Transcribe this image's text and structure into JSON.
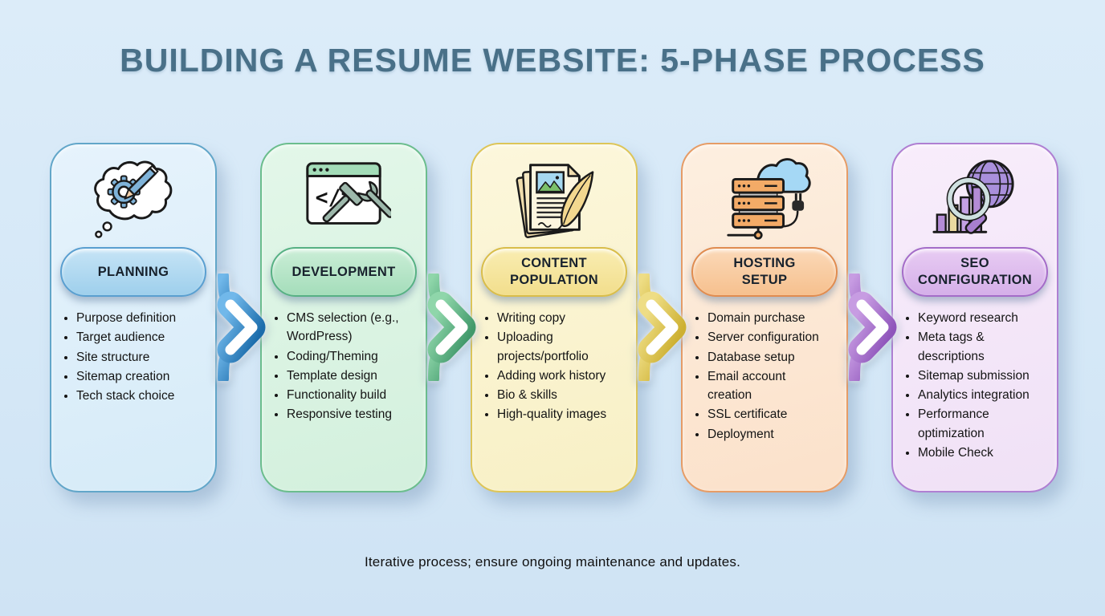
{
  "title": "BUILDING A RESUME WEBSITE: 5-PHASE PROCESS",
  "footer": "Iterative process; ensure ongoing maintenance and updates.",
  "colors": {
    "background": "#d5e8f7",
    "title_text": "#497088",
    "phase_accents": [
      "#5a9fd0",
      "#57b184",
      "#d9bd4a",
      "#e08c50",
      "#a46cc8"
    ],
    "arrow_colors": [
      "#2f86c6",
      "#54b083",
      "#d9bf44",
      "#9a5fc4"
    ]
  },
  "phases": [
    {
      "label": "PLANNING",
      "icon": "thought-bubble-gear-pencil-icon",
      "items": [
        "Purpose definition",
        "Target audience",
        "Site structure",
        "Sitemap creation",
        "Tech stack choice"
      ]
    },
    {
      "label": "DEVELOPMENT",
      "icon": "browser-code-tools-icon",
      "items": [
        "CMS selection (e.g., WordPress)",
        "Coding/Theming",
        "Template design",
        "Functionality build",
        "Responsive testing"
      ]
    },
    {
      "label": "CONTENT\nPOPULATION",
      "icon": "documents-quill-icon",
      "items": [
        "Writing copy",
        "Uploading projects/portfolio",
        "Adding work history",
        "Bio & skills",
        "High-quality images"
      ]
    },
    {
      "label": "HOSTING\nSETUP",
      "icon": "server-cloud-plug-icon",
      "items": [
        "Domain purchase",
        "Server configuration",
        "Database setup",
        "Email account creation",
        "SSL certificate",
        "Deployment"
      ]
    },
    {
      "label": "SEO\nCONFIGURATION",
      "icon": "globe-magnifier-chart-icon",
      "items": [
        "Keyword research",
        "Meta tags & descriptions",
        "Sitemap submission",
        "Analytics integration",
        "Performance optimization",
        "Mobile Check"
      ]
    }
  ]
}
